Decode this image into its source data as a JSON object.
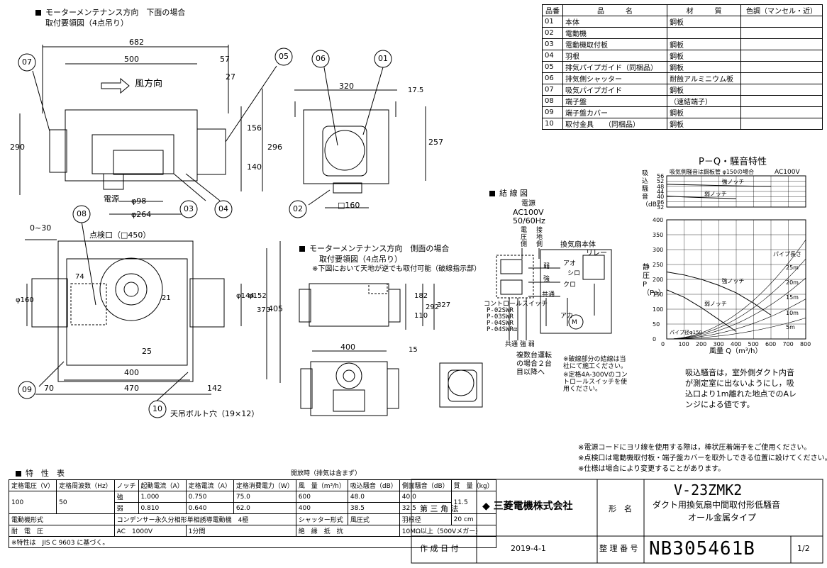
{
  "views": {
    "bottom_title": "モーターメンテナンス方向　下面の場合",
    "bottom_subtitle": "取付要領図（4点吊り）",
    "side_title": "モーターメンテナンス方向　側面の場合",
    "side_subtitle": "取付要領図（4点吊り）",
    "side_note": "※下図において天地が逆でも取付可能（破線指示部）",
    "wind_direction": "風方向",
    "power_label": "電源",
    "inspection_port": "点検口（□450）",
    "bolt_holes": "天吊ボルト穴（19×12）"
  },
  "callouts": [
    "07",
    "05",
    "06",
    "01",
    "03",
    "04",
    "02",
    "08",
    "09",
    "10"
  ],
  "dims": {
    "d682": "682",
    "d500": "500",
    "d57": "57",
    "d27": "27",
    "d290": "290",
    "d156": "156",
    "d140": "140",
    "d296": "296",
    "d98": "φ98",
    "d264": "φ264",
    "d320": "320",
    "d17_5": "17.5",
    "d257": "257",
    "d160": "□160",
    "d0_30": "0~30",
    "d74": "74",
    "d21": "21",
    "d25": "25",
    "d400": "400",
    "d70": "70",
    "d470": "470",
    "d142": "142",
    "d144": "φ144",
    "d152": "φ152",
    "d370": "370",
    "d405": "405",
    "dphi160": "φ160",
    "s182": "182",
    "s110": "110",
    "s292": "292",
    "s327": "327",
    "s400": "400",
    "s15": "15"
  },
  "parts": {
    "headers": [
      "品番",
      "品　　　名",
      "材　　　質",
      "色調（マンセル・近）"
    ],
    "rows": [
      [
        "01",
        "本体",
        "鋼板",
        ""
      ],
      [
        "02",
        "電動機",
        "",
        ""
      ],
      [
        "03",
        "電動機取付板",
        "鋼板",
        ""
      ],
      [
        "04",
        "羽根",
        "鋼板",
        ""
      ],
      [
        "05",
        "排気パイプガイド（同梱品）",
        "鋼板",
        ""
      ],
      [
        "06",
        "排気側シャッター",
        "耐蝕アルミニウム板",
        ""
      ],
      [
        "07",
        "吸気パイプガイド",
        "鋼板",
        ""
      ],
      [
        "08",
        "端子盤",
        "（速結端子）",
        ""
      ],
      [
        "09",
        "端子盤カバー",
        "鋼板",
        ""
      ],
      [
        "10",
        "取付金具　　（同梱品）",
        "鋼板",
        ""
      ]
    ]
  },
  "wiring": {
    "title": "結 線 図",
    "power": "電源",
    "ac": "AC100V",
    "hz": "50/60Hz",
    "vside": "電圧側",
    "ground": "接地側",
    "body": "換気扇本体",
    "relay": "リレー",
    "switch": "コントロールスイッチ",
    "models": [
      "P-02SWR",
      "P-03SWR",
      "P-04SWR",
      "P-04SWRα"
    ],
    "common": "共通 強 弱",
    "multi": "複数台運転の場合２台目以降へ",
    "note1": "※破線部分の結線は当社にて施工ください。",
    "note2": "※定格4A-300Vのコントロールスイッチを使用ください。",
    "labels": [
      "弱",
      "強",
      "共通",
      "アオ",
      "シロ",
      "クロ",
      "アカ",
      "モーター"
    ]
  },
  "chart_data": {
    "type": "line",
    "title": "P－Q・騒音特性",
    "condition": "吸気側騒音は鋼板管 φ150の場合",
    "voltage": "AC100V",
    "noise_ylabel": "吸込騒音（dB）",
    "noise_yticks": [
      56,
      52,
      48,
      44,
      40,
      36,
      32
    ],
    "pressure_ylabel": "静圧 P（Pa）",
    "pressure_yticks": [
      400,
      350,
      300,
      250,
      200,
      150,
      100,
      50,
      0
    ],
    "xlabel": "風量 Q（m³/h）",
    "xticks": [
      0,
      100,
      200,
      300,
      400,
      500,
      600,
      700,
      800
    ],
    "noise_series": [
      {
        "name": "強ノッチ",
        "x": [
          0,
          100,
          200,
          300,
          400,
          500,
          600
        ],
        "y": [
          49.5,
          49.2,
          48.9,
          48.6,
          48.3,
          48.1,
          48.0
        ]
      },
      {
        "name": "弱ノッチ",
        "x": [
          0,
          100,
          200,
          300,
          400
        ],
        "y": [
          40.5,
          39.8,
          39.3,
          38.9,
          38.5
        ]
      }
    ],
    "pq_series": [
      {
        "name": "強ノッチ",
        "x": [
          0,
          100,
          200,
          300,
          400,
          500,
          600
        ],
        "y": [
          225,
          215,
          200,
          180,
          155,
          120,
          80
        ]
      },
      {
        "name": "弱ノッチ",
        "x": [
          0,
          100,
          200,
          300,
          400
        ],
        "y": [
          165,
          140,
          105,
          65,
          25
        ]
      }
    ],
    "pipe_label": "パイプ長さ",
    "pipe_lengths": [
      "25m",
      "20m",
      "15m",
      "10m",
      "5m"
    ],
    "pipe_diameter": "パイプ径φ150"
  },
  "noise_note": "吸込騒音は，室外側ダクト内音が測定室に出ないようにし，吸込口より1m離れた地点でのAレンジによる値です。",
  "footer_notes": [
    "※電源コードにヨリ線を使用する際は，棒状圧着端子をご使用ください。",
    "※点検口は電動機取付板・端子盤カバーを取外しできる位置に設けてください。",
    "※仕様は場合により変更することがあります。"
  ],
  "spec": {
    "title": "特　性　表",
    "open_note": "開放時（排気は含まず）",
    "headers": [
      "定格電圧（V）",
      "定格周波数（Hz）",
      "ノッチ",
      "起動電流（A）",
      "定格電流（A）",
      "定格消費電力（W）",
      "風　量（m³/h）",
      "吸込騒音（dB）",
      "側面騒音（dB）",
      "質　量（kg）"
    ],
    "voltage": "100",
    "freq": "50",
    "mass": "11.5",
    "rows": [
      {
        "notch": "強",
        "start": "1.000",
        "rated": "0.750",
        "power": "75.0",
        "flow": "600",
        "intake": "48.0",
        "side": "40.0"
      },
      {
        "notch": "弱",
        "start": "0.810",
        "rated": "0.640",
        "power": "62.0",
        "flow": "400",
        "intake": "38.5",
        "side": "32.5"
      }
    ],
    "motor_label": "電動機形式",
    "motor": "コンデンサー永久分相形単相誘導電動機　4極",
    "shutter_label": "シャッター形式",
    "shutter": "風圧式",
    "pipe_label": "羽根径",
    "pipe": "20 cm",
    "withstand_label": "耐　電　圧",
    "withstand": "AC　1000V",
    "withstand_time": "1分間",
    "insulation_label": "絶　縁　抵　抗",
    "insulation": "10MΩ以上（500Vメガー）",
    "standard": "※特性は　JIS C 9603 に基づく。"
  },
  "titleblock": {
    "projection": "第 三 角 法",
    "company": "三菱電機株式会社",
    "model_label": "形　名",
    "model": "V-23ZMK2",
    "desc1": "ダクト用換気扇中間取付形低騒音",
    "desc2": "オール金属タイプ",
    "date_label": "作 成 日 付",
    "date": "2019-4-1",
    "number_label": "整 理 番 号",
    "number": "NB305461B",
    "page": "1/2"
  }
}
